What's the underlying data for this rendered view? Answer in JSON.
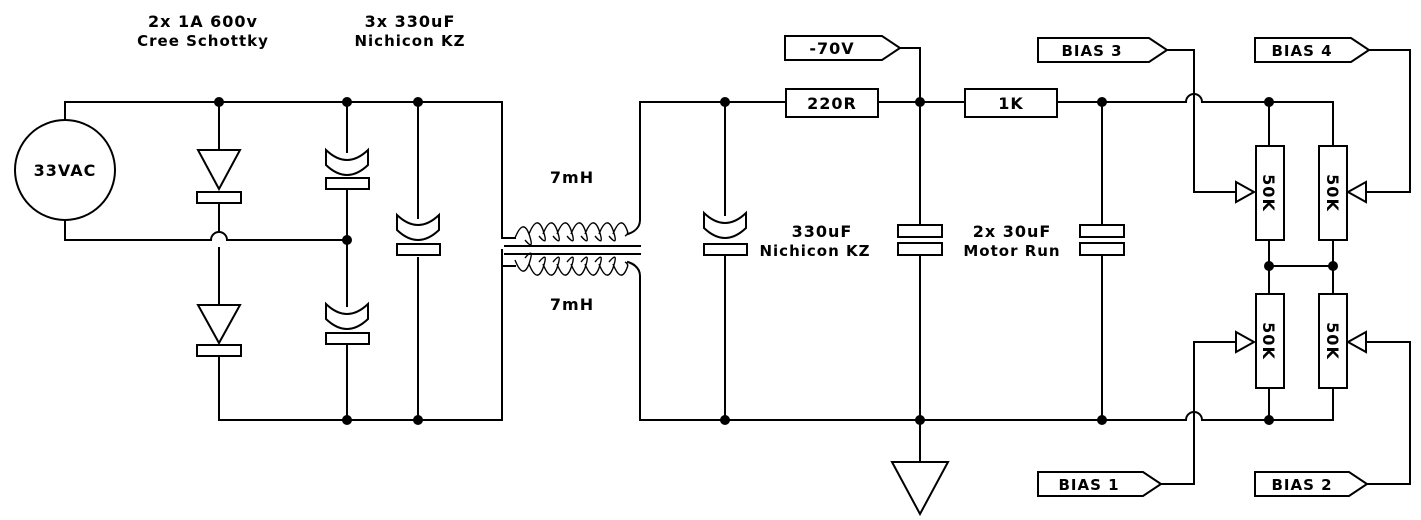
{
  "annotations": {
    "diodes_line1": "2x 1A 600v",
    "diodes_line2": "Cree Schottky",
    "input_caps_line1": "3x 330uF",
    "input_caps_line2": "Nichicon KZ",
    "inductor_top": "7mH",
    "inductor_bottom": "7mH",
    "output_cap_line1": "330uF",
    "output_cap_line2": "Nichicon KZ",
    "motor_caps_line1": "2x 30uF",
    "motor_caps_line2": "Motor Run"
  },
  "components": {
    "source": "33VAC",
    "resistor_1": "220R",
    "resistor_2": "1K",
    "pot_1": "50K",
    "pot_2": "50K",
    "pot_3": "50K",
    "pot_4": "50K"
  },
  "ports": {
    "neg_rail": "-70V",
    "bias_1": "BIAS 1",
    "bias_2": "BIAS 2",
    "bias_3": "BIAS 3",
    "bias_4": "BIAS 4"
  }
}
